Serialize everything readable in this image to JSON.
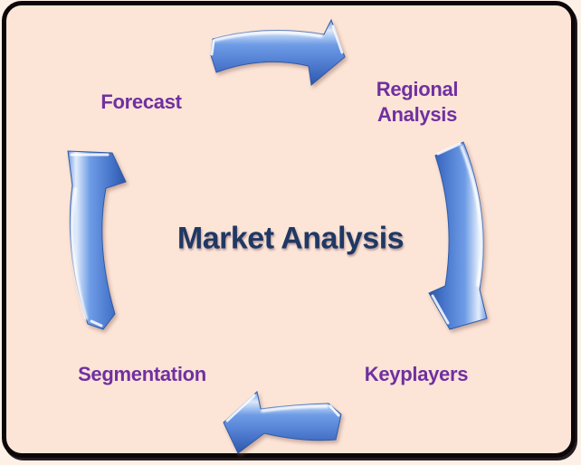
{
  "diagram": {
    "title": "Market Analysis cycle diagram",
    "center_label": "Market Analysis",
    "stages": [
      {
        "label": "Forecast",
        "position": "top-left"
      },
      {
        "label": "Regional Analysis",
        "position": "top-right"
      },
      {
        "label": "Keyplayers",
        "position": "bottom-right"
      },
      {
        "label": "Segmentation",
        "position": "bottom-left"
      }
    ],
    "arrows": [
      {
        "name": "forecast-to-regional",
        "from": "Forecast",
        "to": "Regional Analysis",
        "direction": "clockwise"
      },
      {
        "name": "regional-to-keyplayers",
        "from": "Regional Analysis",
        "to": "Keyplayers",
        "direction": "clockwise"
      },
      {
        "name": "keyplayers-to-segmentation",
        "from": "Keyplayers",
        "to": "Segmentation",
        "direction": "clockwise"
      },
      {
        "name": "segmentation-to-forecast",
        "from": "Segmentation",
        "to": "Forecast",
        "direction": "clockwise"
      }
    ],
    "colors": {
      "canvas_background": "#fce5d7",
      "border": "#0d0609",
      "stage_label": "#7030a0",
      "center_label": "#1f3864",
      "arrow_highlight": "#e2edfb",
      "arrow_mid": "#4a79cd",
      "arrow_dark": "#2e57a8"
    }
  }
}
